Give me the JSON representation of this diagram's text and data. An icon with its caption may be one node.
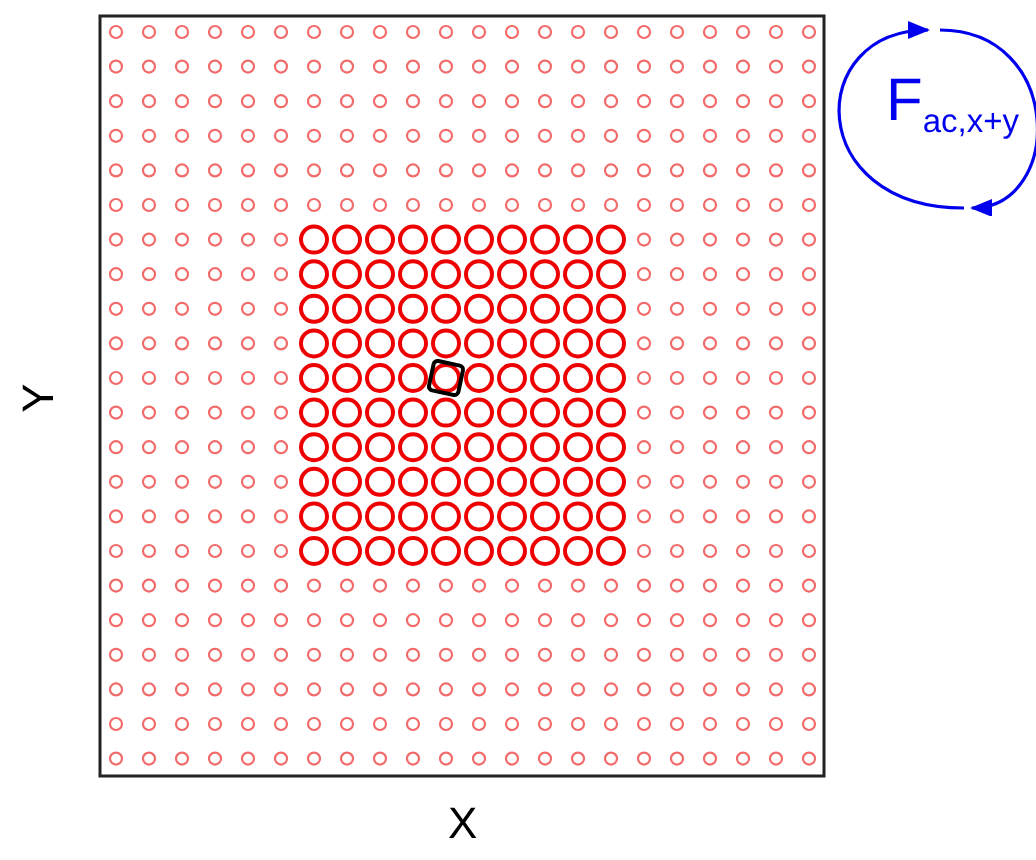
{
  "diagram": {
    "labels": [
      "F$_{ac,x+y}$",
      "Y",
      "X"
    ]
  }
}
